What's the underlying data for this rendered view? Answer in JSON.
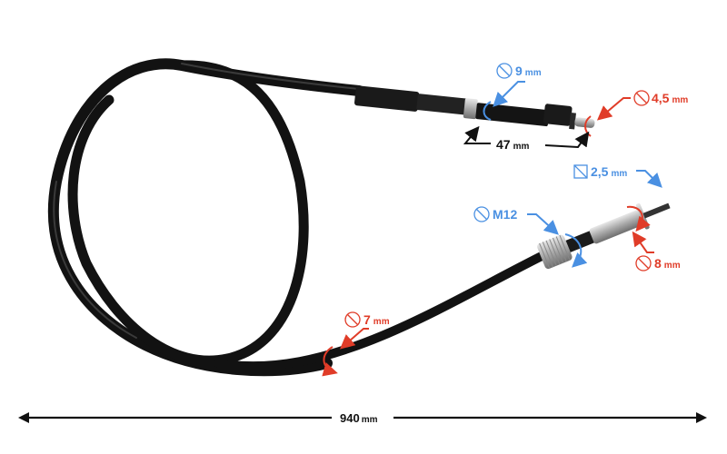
{
  "image": {
    "subject": "speedometer cable",
    "background_color": "#ffffff"
  },
  "colors": {
    "blue_annotation": "#4a90e2",
    "red_annotation": "#e03c28",
    "cable": "#121212",
    "metal": "#b8b8b8",
    "dimension_line": "#111111"
  },
  "annotations": {
    "top_fitting_diameter": {
      "symbol": "diameter-icon",
      "value": "9",
      "unit": "mm",
      "color": "blue"
    },
    "top_pin_diameter": {
      "symbol": "diameter-icon",
      "value": "4,5",
      "unit": "mm",
      "color": "red"
    },
    "top_fitting_length": {
      "value": "47",
      "unit": "mm",
      "color": "black"
    },
    "square_tip": {
      "symbol": "square-icon",
      "value": "2,5",
      "unit": "mm",
      "color": "blue"
    },
    "nut_thread": {
      "symbol": "diameter-icon",
      "value": "M12",
      "unit": "",
      "color": "blue"
    },
    "ferrule_diameter": {
      "symbol": "diameter-icon",
      "value": "8",
      "unit": "mm",
      "color": "red"
    },
    "cable_diameter": {
      "symbol": "diameter-icon",
      "value": "7",
      "unit": "mm",
      "color": "red"
    }
  },
  "total_length": {
    "value": "940",
    "unit": "mm"
  }
}
